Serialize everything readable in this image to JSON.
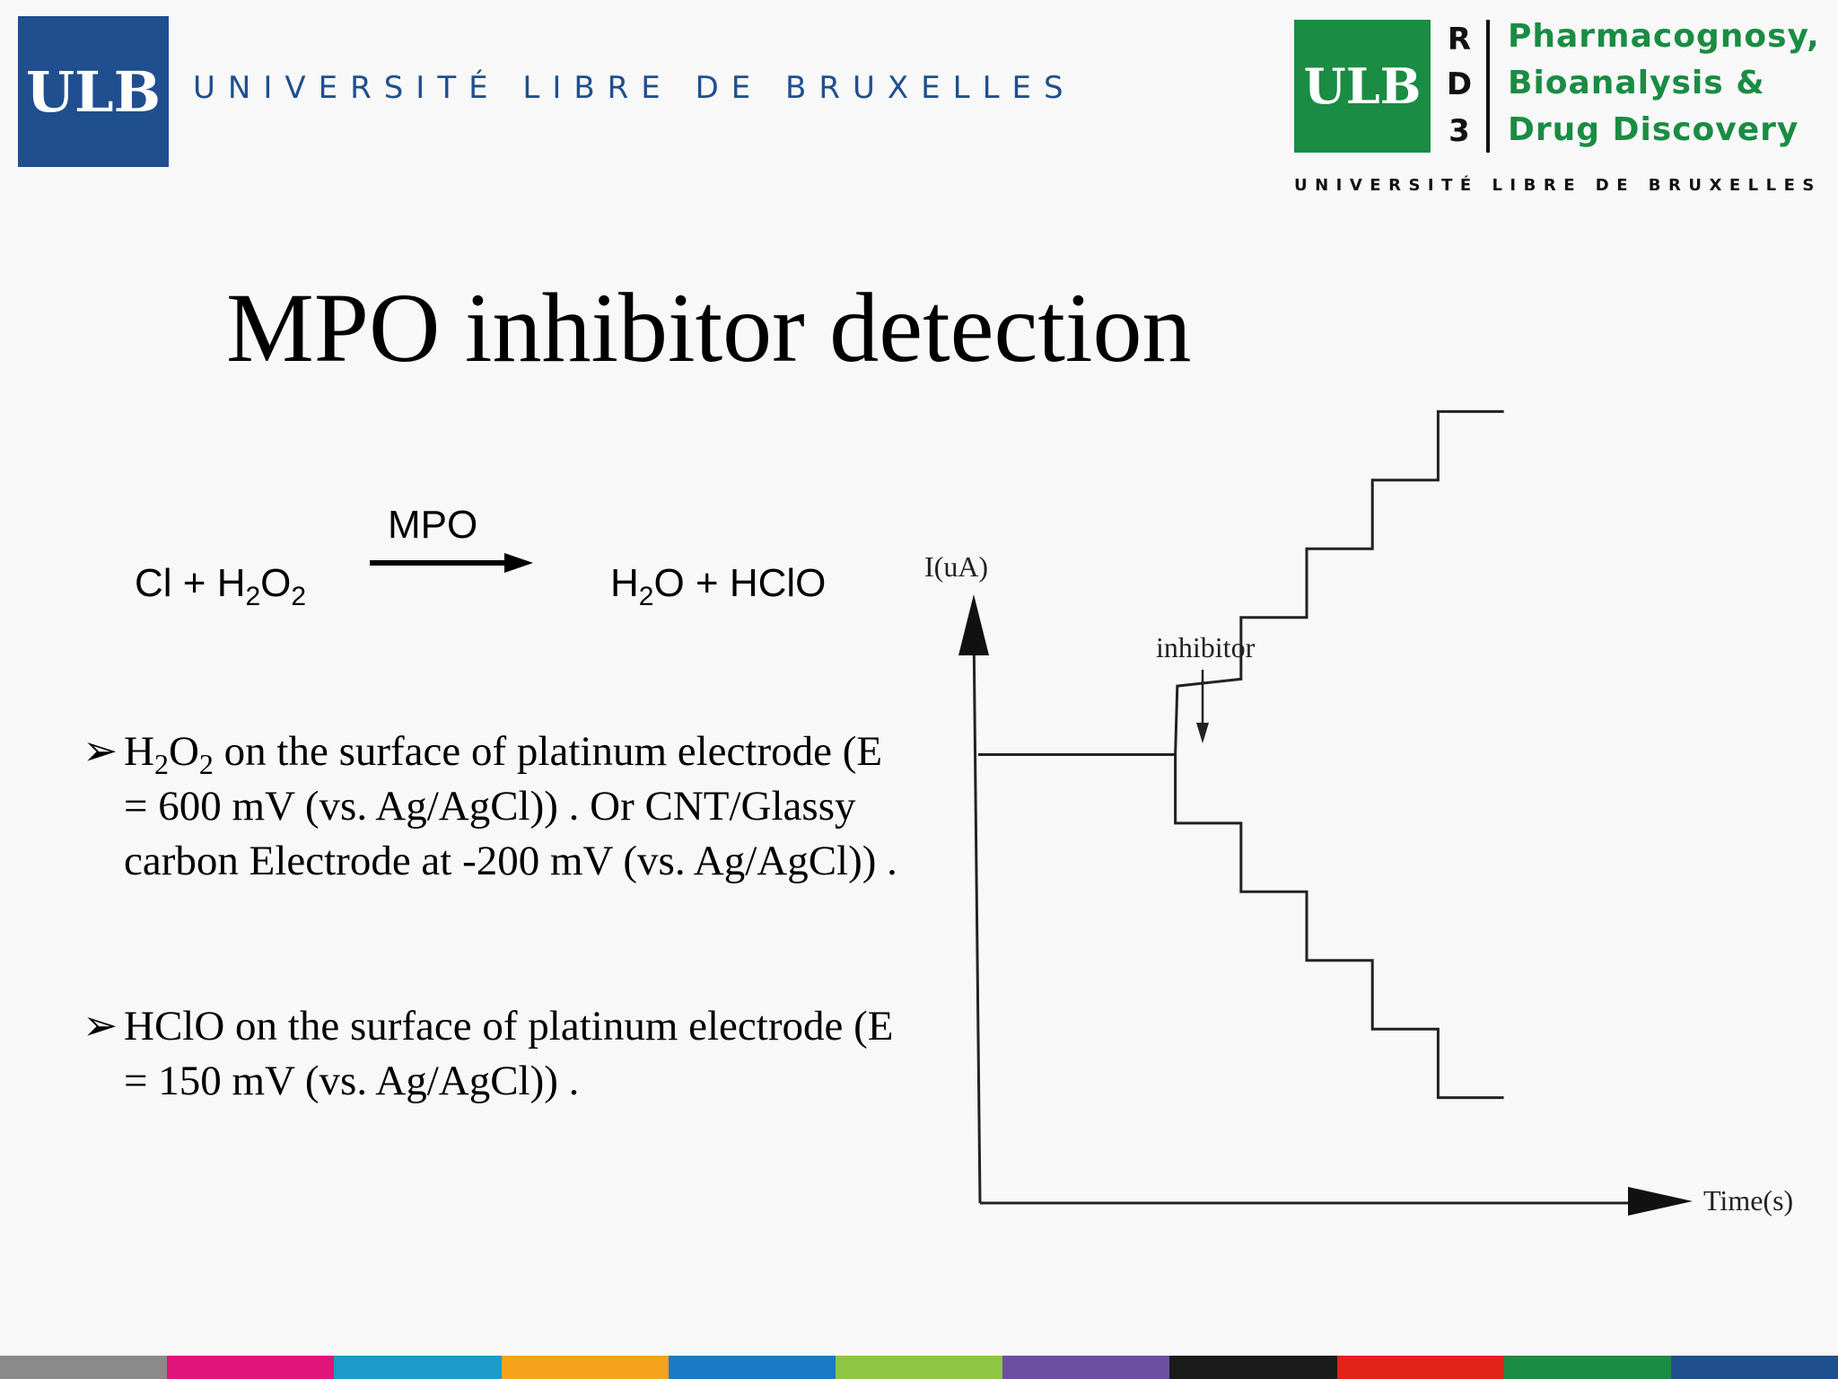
{
  "header": {
    "left_logo": {
      "mark": "ULB",
      "wordmark": "UNIVERSITÉ LIBRE DE BRUXELLES"
    },
    "right_logo": {
      "mark": "ULB",
      "rd3": [
        "R",
        "D",
        "3"
      ],
      "department_lines": [
        "Pharmacognosy,",
        "Bioanalysis &",
        "Drug Discovery"
      ],
      "wordmark": "UNIVERSITÉ LIBRE DE BRUXELLES"
    }
  },
  "title": "MPO inhibitor detection",
  "reaction": {
    "enzyme": "MPO",
    "reactants": {
      "a": "Cl + H",
      "b": "2",
      "c": "O",
      "d": "2"
    },
    "products": {
      "a": "H",
      "b": "2",
      "c": "O + HClO"
    }
  },
  "bullets": [
    {
      "marker": "➢",
      "lead": "H",
      "sub1": "2",
      "mid": "O",
      "sub2": "2",
      "rest": " on the surface of platinum electrode (E = 600 mV (vs. Ag/AgCl)) . Or CNT/Glassy carbon Electrode at -200 mV (vs. Ag/AgCl)) ."
    },
    {
      "marker": "➢",
      "text": " HClO on the surface of platinum electrode (E = 150 mV (vs. Ag/AgCl)) ."
    }
  ],
  "chart_data": {
    "type": "line",
    "ylabel": "I(uA)",
    "xlabel": "Time(s)",
    "annotation": "inhibitor",
    "x_range": [
      0,
      10
    ],
    "y_range": [
      -6,
      6
    ],
    "series": [
      {
        "values_note": "",
        "x": [
          0,
          3,
          3.03,
          4,
          4,
          5,
          5,
          6,
          6,
          7,
          7,
          8
        ],
        "y": [
          0,
          0,
          1,
          1.1,
          2,
          2,
          3,
          3,
          4,
          4,
          5,
          5
        ]
      },
      {
        "x": [
          3,
          3,
          4,
          4,
          5,
          5,
          6,
          6,
          7,
          7,
          8
        ],
        "y": [
          0,
          -1,
          -1,
          -2,
          -2,
          -3,
          -3,
          -4,
          -4,
          -5,
          -5
        ]
      }
    ]
  },
  "footer_colors": [
    "#8a8a8a",
    "#e0157a",
    "#1a9bc9",
    "#f5a21d",
    "#1a79c4",
    "#8ec543",
    "#6a4fa0",
    "#1a1a1a",
    "#e2231a",
    "#1a8c43",
    "#1f4f8f"
  ]
}
